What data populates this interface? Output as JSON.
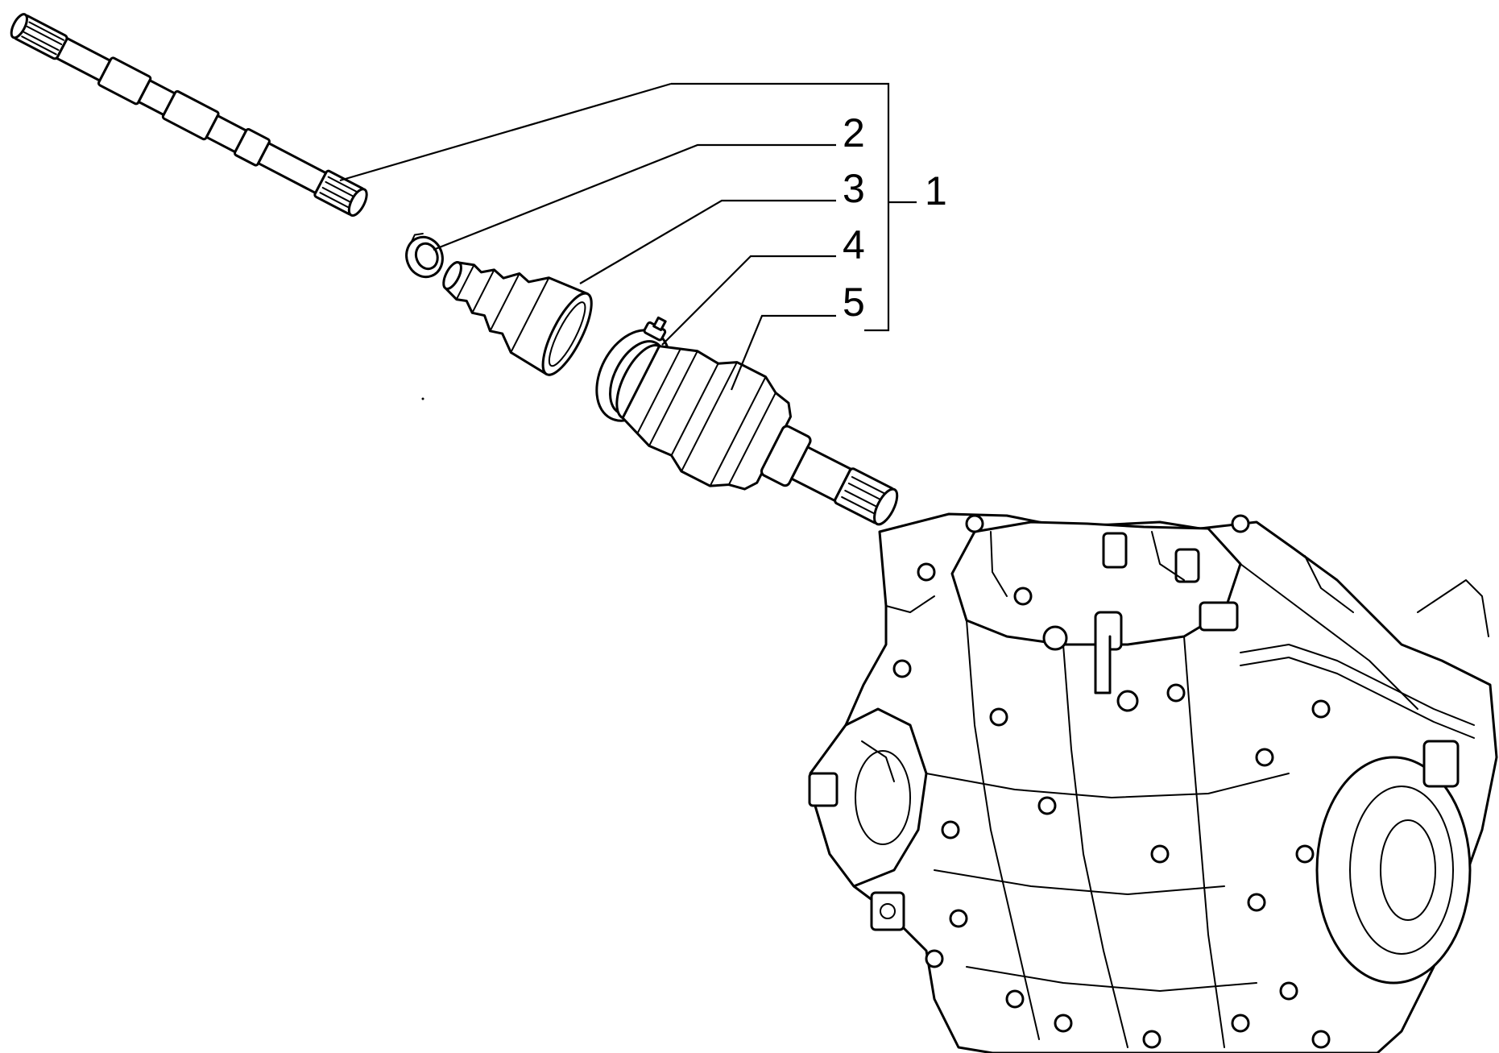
{
  "diagram": {
    "type": "exploded-parts-view",
    "colors": {
      "line": "#000000",
      "background": "#ffffff"
    },
    "callouts": [
      {
        "id": "1",
        "label": "1"
      },
      {
        "id": "2",
        "label": "2"
      },
      {
        "id": "3",
        "label": "3"
      },
      {
        "id": "4",
        "label": "4"
      },
      {
        "id": "5",
        "label": "5"
      }
    ]
  }
}
